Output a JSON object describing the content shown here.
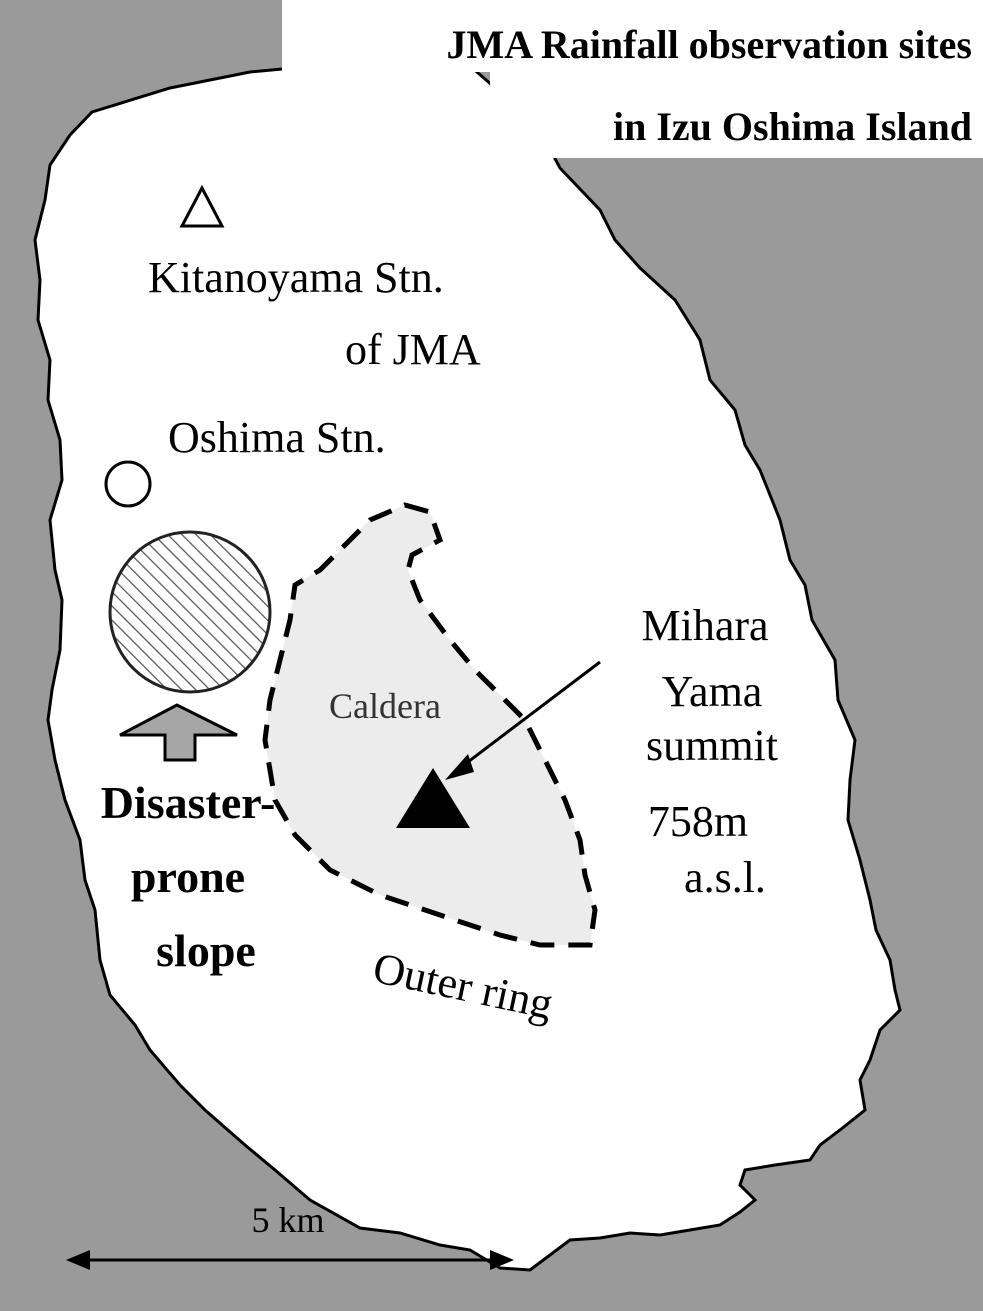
{
  "title": {
    "line1": "JMA Rainfall observation sites",
    "line2": "in Izu Oshima Island"
  },
  "stations": {
    "kitanoyama": {
      "line1": "Kitanoyama Stn.",
      "line2": "of JMA",
      "marker_icon": "open-triangle-icon"
    },
    "oshima": {
      "label": "Oshima Stn.",
      "marker_icon": "open-circle-icon"
    }
  },
  "summit": {
    "line1": "Mihara",
    "line2": "Yama",
    "line3": "summit",
    "line4": "758m",
    "line5": "a.s.l.",
    "marker_icon": "filled-triangle-icon"
  },
  "caldera": {
    "label": "Caldera"
  },
  "outer_ring": {
    "label": "Outer ring"
  },
  "disaster_slope": {
    "line1": "Disaster-",
    "line2": "prone",
    "line3": "slope",
    "marker_icon": "hatched-circle-icon",
    "pointer_icon": "up-arrow-icon"
  },
  "scale": {
    "label": "5 km"
  },
  "colors": {
    "sea": "#9a9a9a",
    "land": "#ffffff",
    "caldera_fill": "#ececec",
    "ink": "#000000",
    "arrow_fill": "#a6a6a6"
  }
}
